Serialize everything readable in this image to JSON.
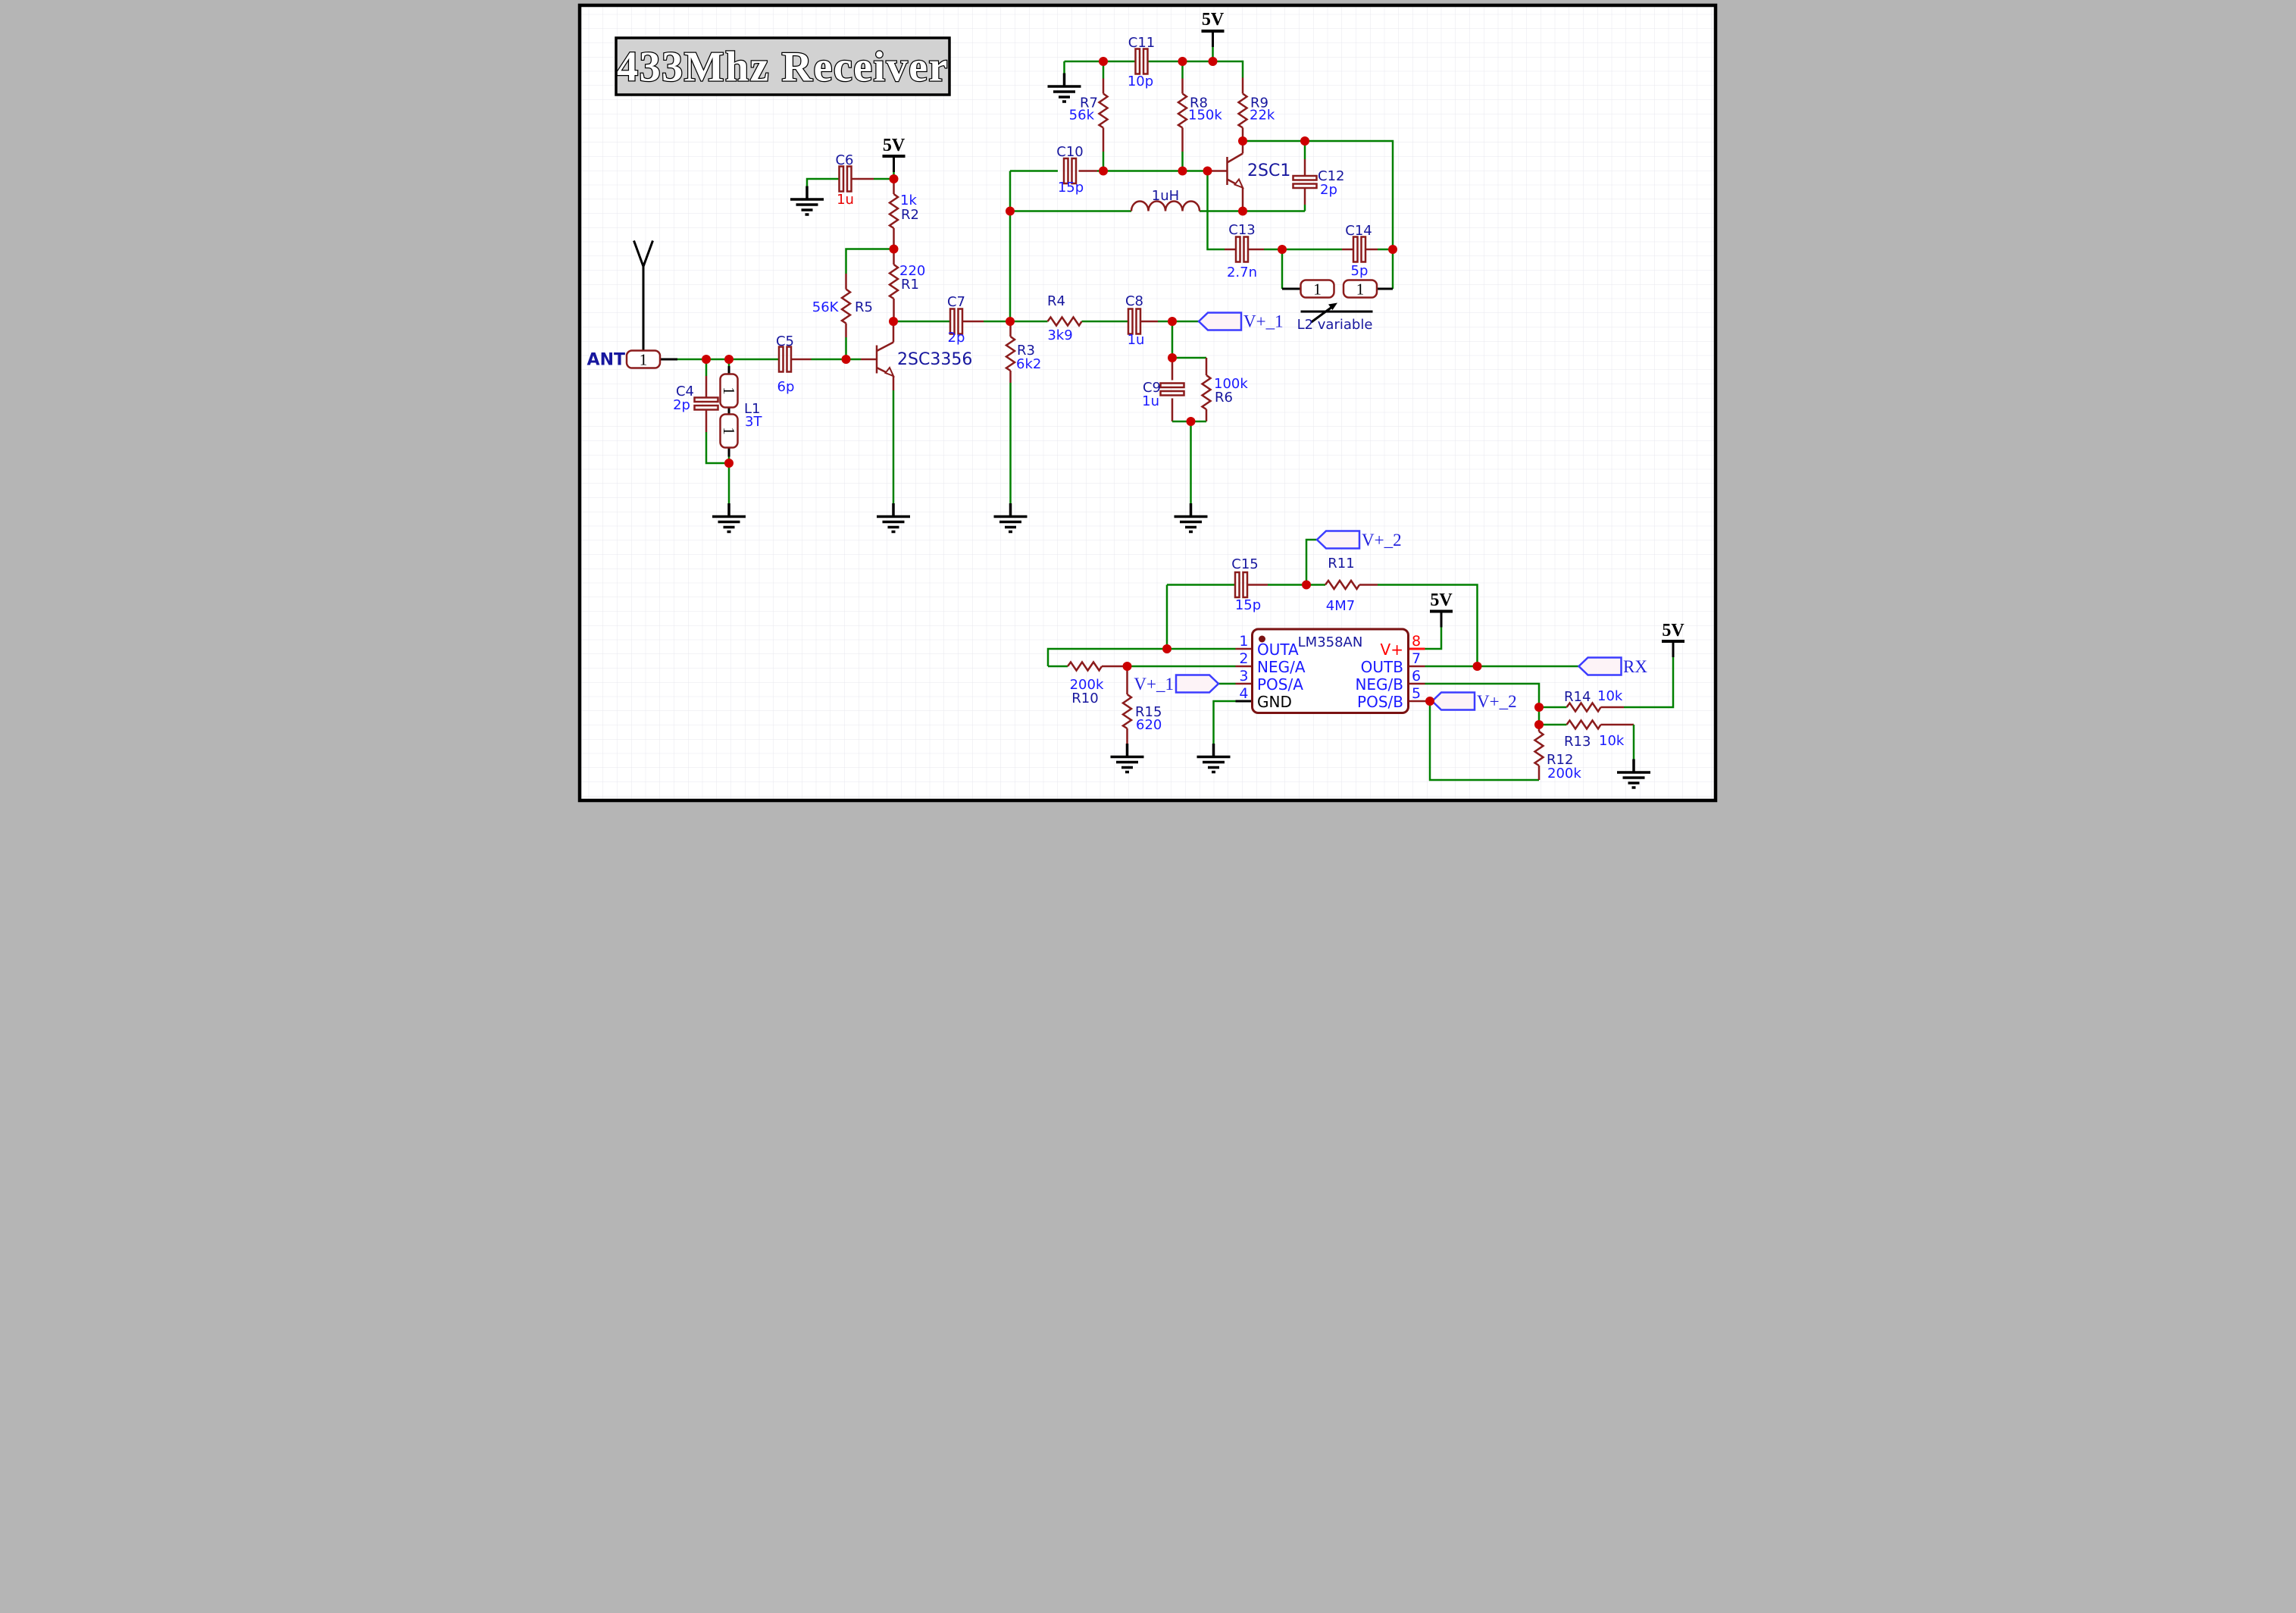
{
  "title": "433Mhz Receiver",
  "labels": {
    "v5": "5V",
    "ind1": "1uH",
    "l2": "L2 variable",
    "q1": "2SC3356",
    "q2": "2SC1"
  },
  "flags": {
    "ant": "ANT",
    "vp1": "V+_1",
    "vp2": "V+_2",
    "rx": "RX"
  },
  "headers": {
    "pin": "1"
  },
  "components": {
    "C4": {
      "ref": "C4",
      "value": "2p"
    },
    "C5": {
      "ref": "C5",
      "value": "6p"
    },
    "C6": {
      "ref": "C6",
      "value": "1u"
    },
    "C7": {
      "ref": "C7",
      "value": "2p"
    },
    "C8": {
      "ref": "C8",
      "value": "1u"
    },
    "C9": {
      "ref": "C9",
      "value": "1u"
    },
    "C10": {
      "ref": "C10",
      "value": "15p"
    },
    "C11": {
      "ref": "C11",
      "value": "10p"
    },
    "C12": {
      "ref": "C12",
      "value": "2p"
    },
    "C13": {
      "ref": "C13",
      "value": "2.7n"
    },
    "C14": {
      "ref": "C14",
      "value": "5p"
    },
    "C15": {
      "ref": "C15",
      "value": "15p"
    },
    "R1": {
      "ref": "R1",
      "value": "220"
    },
    "R2": {
      "ref": "R2",
      "value": "1k"
    },
    "R3": {
      "ref": "R3",
      "value": "6k2"
    },
    "R4": {
      "ref": "R4",
      "value": "3k9"
    },
    "R5": {
      "ref": "R5",
      "value": "56K"
    },
    "R6": {
      "ref": "R6",
      "value": "100k"
    },
    "R7": {
      "ref": "R7",
      "value": "56k"
    },
    "R8": {
      "ref": "R8",
      "value": "150k"
    },
    "R9": {
      "ref": "R9",
      "value": "22k"
    },
    "R10": {
      "ref": "R10",
      "value": "200k"
    },
    "R11": {
      "ref": "R11",
      "value": "4M7"
    },
    "R12": {
      "ref": "R12",
      "value": "200k"
    },
    "R13": {
      "ref": "R13",
      "value": "10k"
    },
    "R14": {
      "ref": "R14",
      "value": "10k"
    },
    "R15": {
      "ref": "R15",
      "value": "620"
    },
    "L1": {
      "ref": "L1",
      "value": "3T"
    }
  },
  "ic": {
    "name": "LM358AN",
    "left_pins": [
      {
        "num": "1",
        "label": "OUTA"
      },
      {
        "num": "2",
        "label": "NEG/A"
      },
      {
        "num": "3",
        "label": "POS/A"
      },
      {
        "num": "4",
        "label": "GND"
      }
    ],
    "right_pins": [
      {
        "num": "8",
        "label": "V+"
      },
      {
        "num": "7",
        "label": "OUTB"
      },
      {
        "num": "6",
        "label": "NEG/B"
      },
      {
        "num": "5",
        "label": "POS/B"
      }
    ]
  },
  "colors": {
    "wire": "#008000",
    "part": "#8B1C1C",
    "junction": "#CC0000",
    "ref_text": "#17179E",
    "value_text": "#1A1AFF",
    "flag_outline": "#3C3CFF",
    "net_text": "#2222DD",
    "background": "#FFFFFF",
    "frame": "#000000"
  }
}
